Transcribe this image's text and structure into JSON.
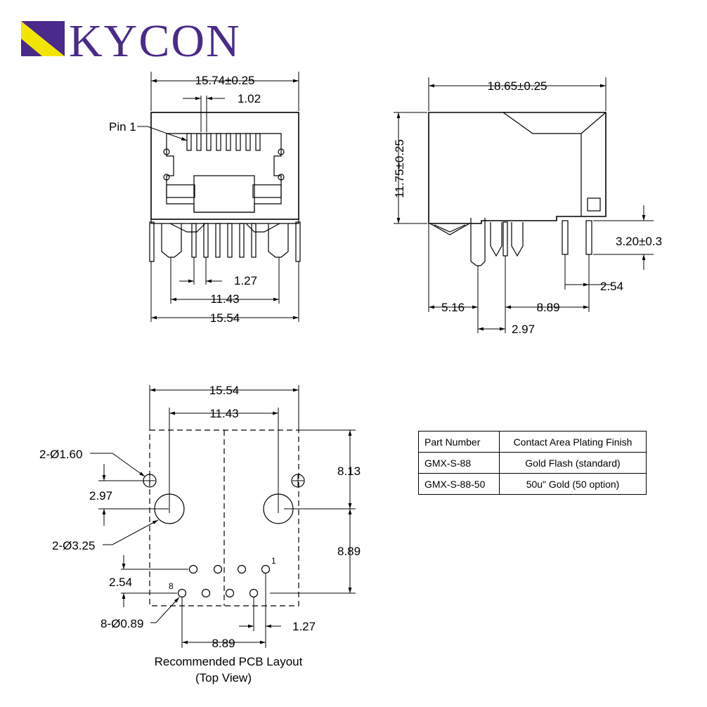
{
  "logo": {
    "brand": "KYCON",
    "colors": {
      "purple": "#4a2a8a",
      "yellow": "#f2e600"
    }
  },
  "front_view": {
    "width_top": "15.74±0.25",
    "pitch": "1.02",
    "pin1_label": "Pin 1",
    "lead_pitch": "1.27",
    "lead_span": "11.43",
    "width_bottom": "15.54"
  },
  "side_view": {
    "depth": "18.65±0.25",
    "height": "11.75±0.25",
    "lead_length": "3.20±0.3",
    "row_spacing": "2.54",
    "post_offset": "5.16",
    "lead_offset": "8.89",
    "post_to_lead": "2.97"
  },
  "pcb_layout": {
    "width": "15.54",
    "post_span": "11.43",
    "small_hole": "2-Ø1.60",
    "hole_offset": "2.97",
    "large_hole": "2-Ø3.25",
    "row_spacing": "2.54",
    "pin_label_8": "8",
    "pin_label_1": "1",
    "pin_hole": "8-Ø0.89",
    "pin_span": "8.89",
    "pin_pitch": "1.27",
    "right_upper": "8.13",
    "right_lower": "8.89",
    "caption_line1": "Recommended PCB Layout",
    "caption_line2": "(Top View)"
  },
  "table": {
    "headers": [
      "Part Number",
      "Contact Area Plating Finish"
    ],
    "rows": [
      [
        "GMX-S-88",
        "Gold Flash (standard)"
      ],
      [
        "GMX-S-88-50",
        "50u\" Gold (50 option)"
      ]
    ]
  }
}
